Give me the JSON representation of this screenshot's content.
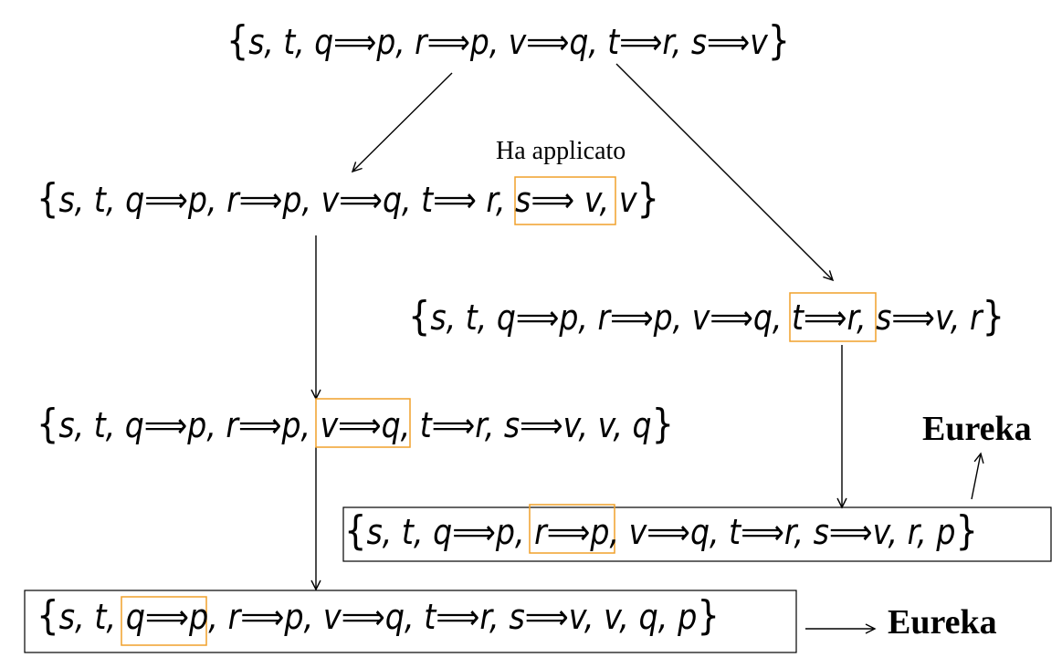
{
  "nodes": {
    "root": {
      "open": "{",
      "pre": "s, t, q⟹p, r⟹p, v⟹q, t⟹r, s⟹v",
      "close": "}"
    },
    "left1": {
      "open": "{",
      "pre": "s, t, q⟹p, r⟹p, v⟹q, t⟹ r, ",
      "hl": "s⟹ v,",
      "mid": " ",
      "added": "v",
      "close": "}"
    },
    "right1": {
      "open": "{",
      "pre": "s, t, q⟹p, r⟹p, v⟹q, ",
      "hl": "t⟹r,",
      "mid": " s⟹v, ",
      "added": "r",
      "close": "}"
    },
    "left2": {
      "open": "{",
      "pre": "s, t, q⟹p, r⟹p, ",
      "hl": "v⟹q,",
      "mid": " t⟹r, s⟹v, v, ",
      "added": "q",
      "close": "}"
    },
    "right2": {
      "open": "{",
      "pre": "s, t, q⟹p, ",
      "hl": "r⟹p,",
      "mid": " v⟹q, t⟹r, s⟹v, r, ",
      "added": "p",
      "close": "}"
    },
    "left3": {
      "open": "{",
      "pre": "s, t, ",
      "hl": "q⟹p,",
      "mid": " r⟹p, v⟹q, t⟹r, s⟹v, v, q, ",
      "added": "p",
      "close": "}"
    }
  },
  "labels": {
    "applied_note": "Ha applicato",
    "eureka_right": "Eureka",
    "eureka_bottom": "Eureka"
  },
  "colors": {
    "highlight_box": "#f0a02a",
    "added_atom": "#c03a0a",
    "text": "#000000"
  }
}
